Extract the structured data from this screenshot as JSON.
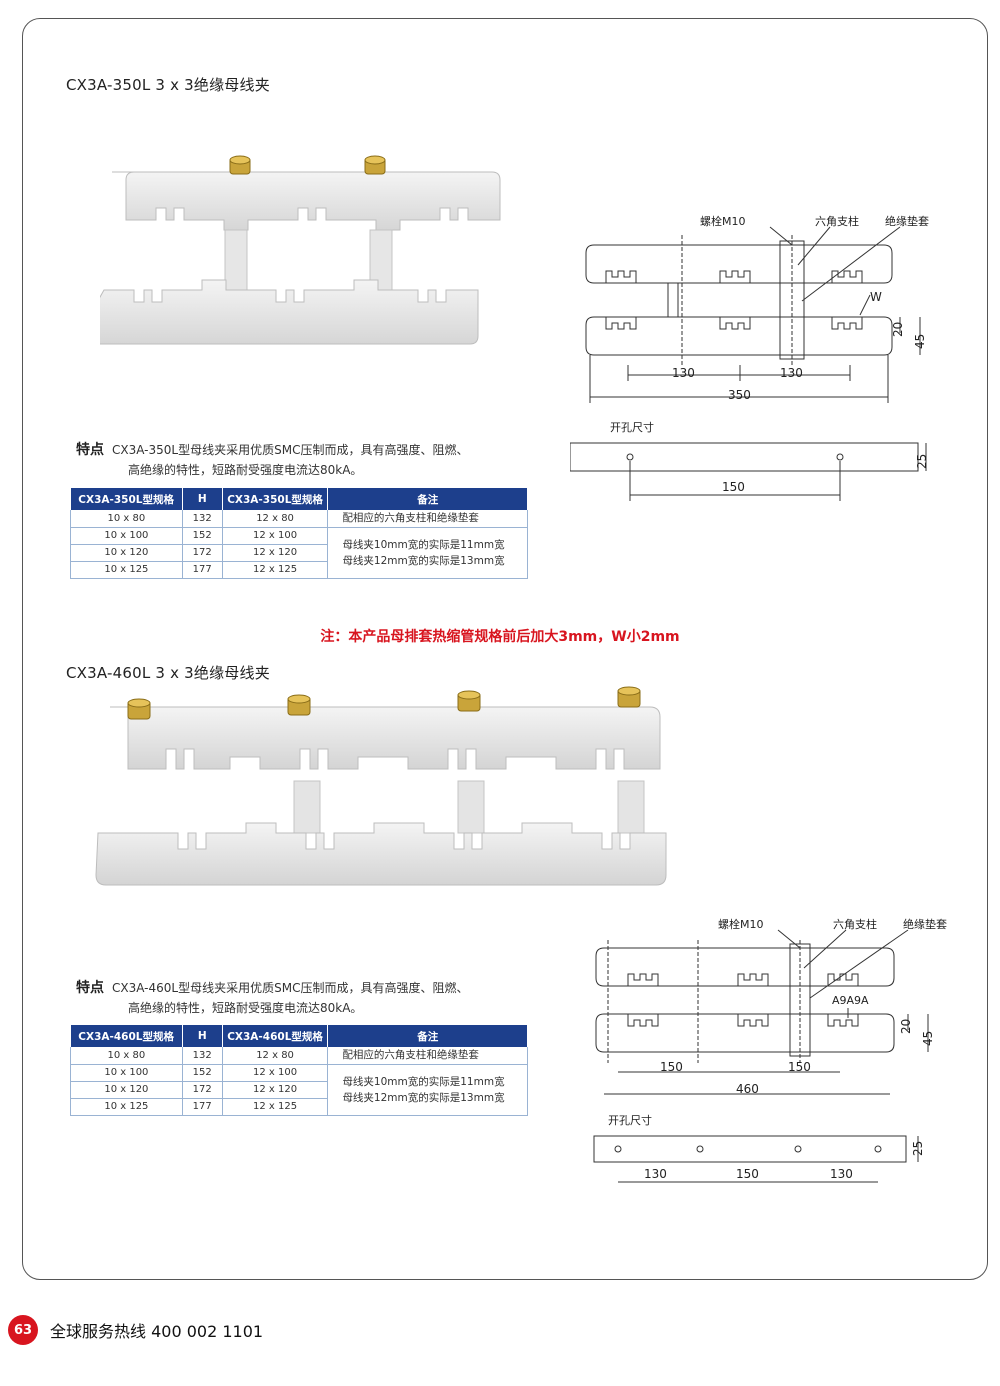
{
  "page_number": "63",
  "hotline": "全球服务热线  400 002 1101",
  "notice": "注：本产品母排套热缩管规格前后加大3mm，W小2mm",
  "sections": [
    {
      "title": "CX3A-350L 3 x 3绝缘母线夹",
      "features_label": "特点",
      "features_line1": "CX3A-350L型母线夹采用优质SMC压制而成，具有高强度、阻燃、",
      "features_line2": "高绝缘的特性，短路耐受强度电流达80kA。",
      "table": {
        "headers": [
          "CX3A-350L型规格",
          "H",
          "CX3A-350L型规格",
          "备注"
        ],
        "rows": [
          [
            "10 x 80",
            "132",
            "12 x 80"
          ],
          [
            "10 x 100",
            "152",
            "12 x 100"
          ],
          [
            "10 x 120",
            "172",
            "12 x 120"
          ],
          [
            "10 x 125",
            "177",
            "12 x 125"
          ]
        ],
        "note1": "配相应的六角支柱和绝缘垫套",
        "note2": "母线夹10mm宽的实际是11mm宽",
        "note3": "母线夹12mm宽的实际是13mm宽"
      },
      "drawing": {
        "bolt": "螺栓M10",
        "post": "六角支柱",
        "sleeve": "绝缘垫套",
        "w": "W",
        "d20": "20",
        "d45": "45",
        "d130a": "130",
        "d130b": "130",
        "total": "350",
        "hole_title": "开孔尺寸",
        "hole_h": "25",
        "hole_w": "150"
      }
    },
    {
      "title": "CX3A-460L 3 x 3绝缘母线夹",
      "features_label": "特点",
      "features_line1": "CX3A-460L型母线夹采用优质SMC压制而成，具有高强度、阻燃、",
      "features_line2": "高绝缘的特性，短路耐受强度电流达80kA。",
      "table": {
        "headers": [
          "CX3A-460L型规格",
          "H",
          "CX3A-460L型规格",
          "备注"
        ],
        "rows": [
          [
            "10 x 80",
            "132",
            "12 x 80"
          ],
          [
            "10 x 100",
            "152",
            "12 x 100"
          ],
          [
            "10 x 120",
            "172",
            "12 x 120"
          ],
          [
            "10 x 125",
            "177",
            "12 x 125"
          ]
        ],
        "note1": "配相应的六角支柱和绝缘垫套",
        "note2": "母线夹10mm宽的实际是11mm宽",
        "note3": "母线夹12mm宽的实际是13mm宽"
      },
      "drawing": {
        "bolt": "螺栓M10",
        "post": "六角支柱",
        "sleeve": "绝缘垫套",
        "a9": "A9A9A",
        "d20": "20",
        "d45": "45",
        "d150a": "150",
        "d150b": "150",
        "total": "460",
        "hole_title": "开孔尺寸",
        "hole_h": "25",
        "hole_a": "130",
        "hole_b": "150",
        "hole_c": "130"
      }
    }
  ]
}
